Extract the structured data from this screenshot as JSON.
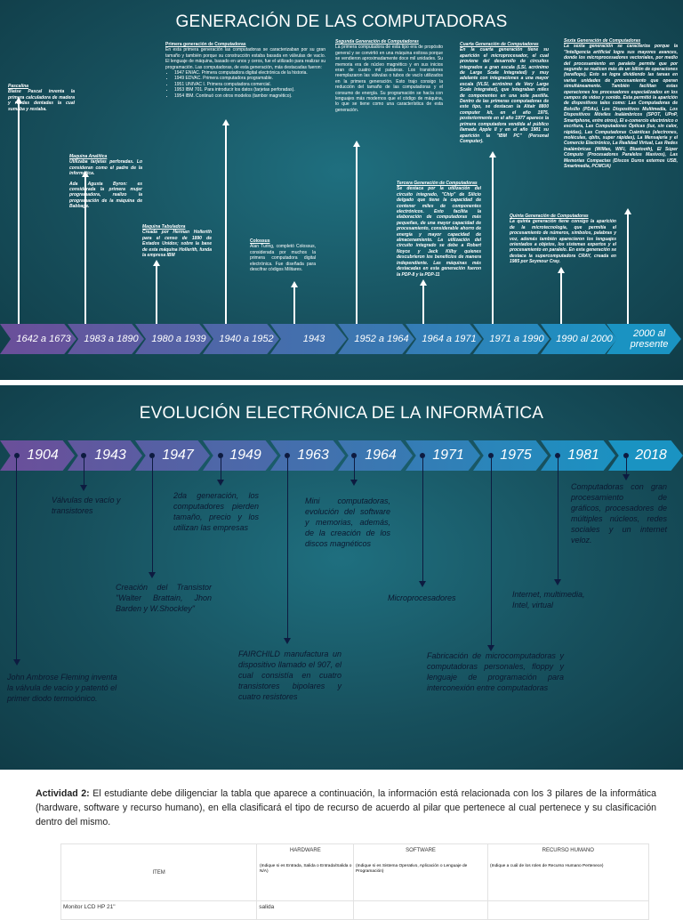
{
  "panel1": {
    "title": "GENERACIÓN DE LAS COMPUTADORAS",
    "timeline": [
      "1642 a 1673",
      "1983 a 1890",
      "1980 a 1939",
      "1940 a 1952",
      "1943",
      "1952 a 1964",
      "1964 a 1971",
      "1971 a 1990",
      "1990 al 2000",
      "2000 al presente"
    ],
    "colors": {
      "chevron_start": "#6a4f9a",
      "chevron_end": "#1a93c2"
    },
    "blocks": {
      "pascalina": {
        "heading": "Pascalina",
        "body": "Blaise Pascal inventa la primera calculadora de madera y ruedas dentadas la cual sumaba y restaba."
      },
      "analitica": {
        "heading": "Maquina Analítica",
        "body1": "Utilizaba tarjetas perforadas. Lo consideran como el padre de la informática.",
        "body2": "Ada Agusta Byron: es considerada la primera mujer programadora, realizo la programación de la máquina de Babbage."
      },
      "tabuladora": {
        "heading": "Maquina Tabuladora",
        "body": "Creada por Herman Hollerith para el censo de 1890 de Estados Unidos; sobre la base de esta máquina Hollerith, funda la empresa IBM"
      },
      "primera": {
        "heading": "Primera generación de Computadoras",
        "body": "En esta primera generación las computadoras se caracterizaban por su gran tamaño y también porque su construcción estaba basada en válvulas de vacío. El lenguaje de máquina, basado en unos y ceros, fue el utilizado para realizar su programación. Las computadoras, de esta generación, más destacadas fueron:",
        "items": [
          "1947 ENIAC. Primera computadora digital electrónica de la historia.",
          "1949 EDVAC. Primera computadora programable.",
          "1951 UNIVAC I. Primera computadora comercial.",
          "1953 IBM 701. Para introducir los datos (tarjetas perforadas).",
          "1954 IBM. Continuó con otros modelos (tambor magnético)."
        ]
      },
      "colossus": {
        "heading": "Colossus",
        "body": "Alan Turing, completó Colossus, considerada por muchos la primera computadora digital electrónica. Fue diseñada para descifrar códigos Militares."
      },
      "segunda": {
        "heading": "Segunda Generación de Computadoras",
        "body": "La primera computadora de esta tipo era de propósito general y se convirtió en una máquina exitosa porque se vendieron aproximadamente doce mil unidades. Su memoria era de núcleo magnético y en sus inicios eran de cuatro mil palabras. Los transistores reemplazaron las válvulas o tubos de vacío utilizados en la primera generación. Esto trajo consigo la reducción del tamaño de las computadoras y el consumo de energía. Su programación se hacía con lenguajes más modernos que el código de máquina, lo que se tiene como una característica de esta generación."
      },
      "tercera": {
        "heading": "Tercera Generación de Computadoras",
        "body": "Se destaca por la utilización del circuito integrado, \"Chip\" de Silicio delgado que tiene la capacidad de contener miles de componentes electrónicos. Esto facilita la elaboración de computadoras más pequeñas, de una mayor capacidad de procesamiento, considerable ahorro de energía y mayor capacidad de almacenamiento. La utilización del circuito integrado se debe a Robert Noyce y Jack Kilby quienes descubrieron los beneficios de manera independiente. Las máquinas más destacadas en esta generación fueron la PDP-8 y la PDP-11"
      },
      "cuarta": {
        "heading": "Cuarta Generación de Computadoras",
        "body": "En la cuarta generación tiene su aparición el microprocesador, el cual proviene del desarrollo de circuitos integrados a gran escala (LSI, acrónimo de Large Scale Integrated) y muy adelante con integraciones a una mayor escala (VLSI, acrónimo de Very Large Scale Integrated), que integraban miles de componentes en una sola pastilla. Dentro de las primeras computadoras de este tipo, se destacan la Altair 8800 computer kit, en el año 1975, posteriormente en el año 1977 aparece la primera computadora vendida al público llamada Apple II y en el año 1981 su aparición la \"IBM PC\" (Personal Computer)."
      },
      "quinta": {
        "heading": "Quinta Generación de Computadoras",
        "body": "La quinta generación tiene consigo la aparición de la microtecnología, que permitía el procesamiento de números, símbolos, palabras y voz, además también aparecieron los lenguajes orientados a objetos, los sistemas expertos y el procesamiento en paralelo. En esta generación se destaca la supercomputadora CRAY, creada en 1985 por Seymour Cray."
      },
      "sexta": {
        "heading": "Sexta Generación de Computadoras",
        "body": "La sexta generación se caracteriza porque la \"Inteligencia artificial logra sus mayores avances, donde los microprocesadores vectoriales, por medio del procesamiento en paralelo permite que por segundo se realicen más de un billón de operaciones (teraflops). Esto se logra dividiendo las tareas en varias unidades de procesamiento que operan simultáneamente. También facilitan estas operaciones los procesadores especializados en los campos de video y sonido. Esta permitió la aparición de dispositivos tales como: Las Computadoras de Bolsillo (PDAs), Los Dispositivos Multimedia, Los Dispositivos Móviles Inalámbricos (SPOT, UPnP, Smartphone, entre otros), El e-comercio electrónico o escritura, Las Computadoras Ópticas (luz, sin calor, rápidas), Las Computadoras Cuánticas (electrones, moléculas, qbits, super rápidas), La Mensajería y el Comercio Electrónico, La Realidad Virtual, Las Redes Inalámbricas (WiMax, WiFi, Bluetooth), El Súper Cómputo (Procesadores Paralelos Masivos), Las Memorias Compactas (Discos Duros externos USB, Smartmedia, PCMCIA)"
      }
    }
  },
  "panel2": {
    "title": "EVOLUCIÓN ELECTRÓNICA DE LA INFORMÁTICA",
    "timeline": [
      "1904",
      "1943",
      "1947",
      "1949",
      "1963",
      "1964",
      "1971",
      "1975",
      "1981",
      "2018"
    ],
    "notes": {
      "n1904": "John Ambrose Fleming inventa la válvula de vacío y patentó el primer diodo termoiónico.",
      "n1943": "Válvulas de vacío y transistores",
      "n1947": "Creación del Transistor \"Walter Brattain, Jhon Barden y W.Shockley\"",
      "n1949": "2da generación, los computadores pierden tamaño, precio y los utilizan las empresas",
      "n1963": "FAIRCHILD manufactura un dispositivo llamado el 907, el cual consistía en cuatro transistores bipolares y cuatro resistores",
      "n1964": "Mini computadoras, evolución del software y memorias, además, de la creación de los discos magnéticos",
      "n1971": "Microprocesadores",
      "n1975": "Fabricación de microcomputadoras y computadoras personales, floppy y lenguaje de programación para interconexión entre computadoras",
      "n1981": "Internet, multimedia, Intel, virtual",
      "n2018": "Computadoras con gran procesamiento de gráficos, procesadores de múltiples núcleos, redes sociales y un internet veloz."
    }
  },
  "activity": {
    "label": "Actividad 2:",
    "text": " El estudiante debe diligenciar la tabla que aparece a continuación, la información está relacionada con los 3 pilares de la informática (hardware, software y recurso humano), en ella clasificará el tipo de recurso de acuerdo al pilar que pertenece al cual pertenece y su clasificación dentro del mismo."
  },
  "table": {
    "col_item": "ITEM",
    "col_hardware": "HARDWARE",
    "col_software": "SOFTWARE",
    "col_recurso": "RECURSO HUMANO",
    "hint_hardware": "(Indique si es Entrada, Salida o Entrada/Salida o N/A)",
    "hint_software": "(Indique si es Sistema Operativo, Aplicación o Lenguaje de Programación)",
    "hint_recurso": "(Indique a cuál de los roles de Recurso Humano Pertenece)",
    "row1_item": "Monitor LCD HP 21\"",
    "row1_hardware": "salida"
  }
}
